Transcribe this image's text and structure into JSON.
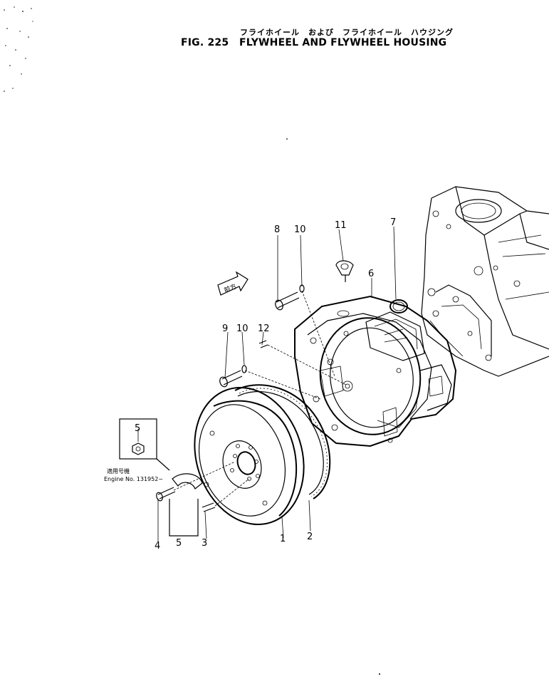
{
  "header": {
    "title_jp": "フライホイール　および　フライホイール　ハウジング",
    "fig_label": "FIG. 225",
    "title_en": "FLYWHEEL AND FLYWHEEL HOUSING"
  },
  "arrow_label": "前方",
  "serial_note": {
    "jp": "適用号機",
    "en": "Engine No. 131952~"
  },
  "callouts": [
    "1",
    "2",
    "3",
    "4",
    "5",
    "5",
    "6",
    "7",
    "8",
    "9",
    "10",
    "10",
    "11",
    "12"
  ]
}
